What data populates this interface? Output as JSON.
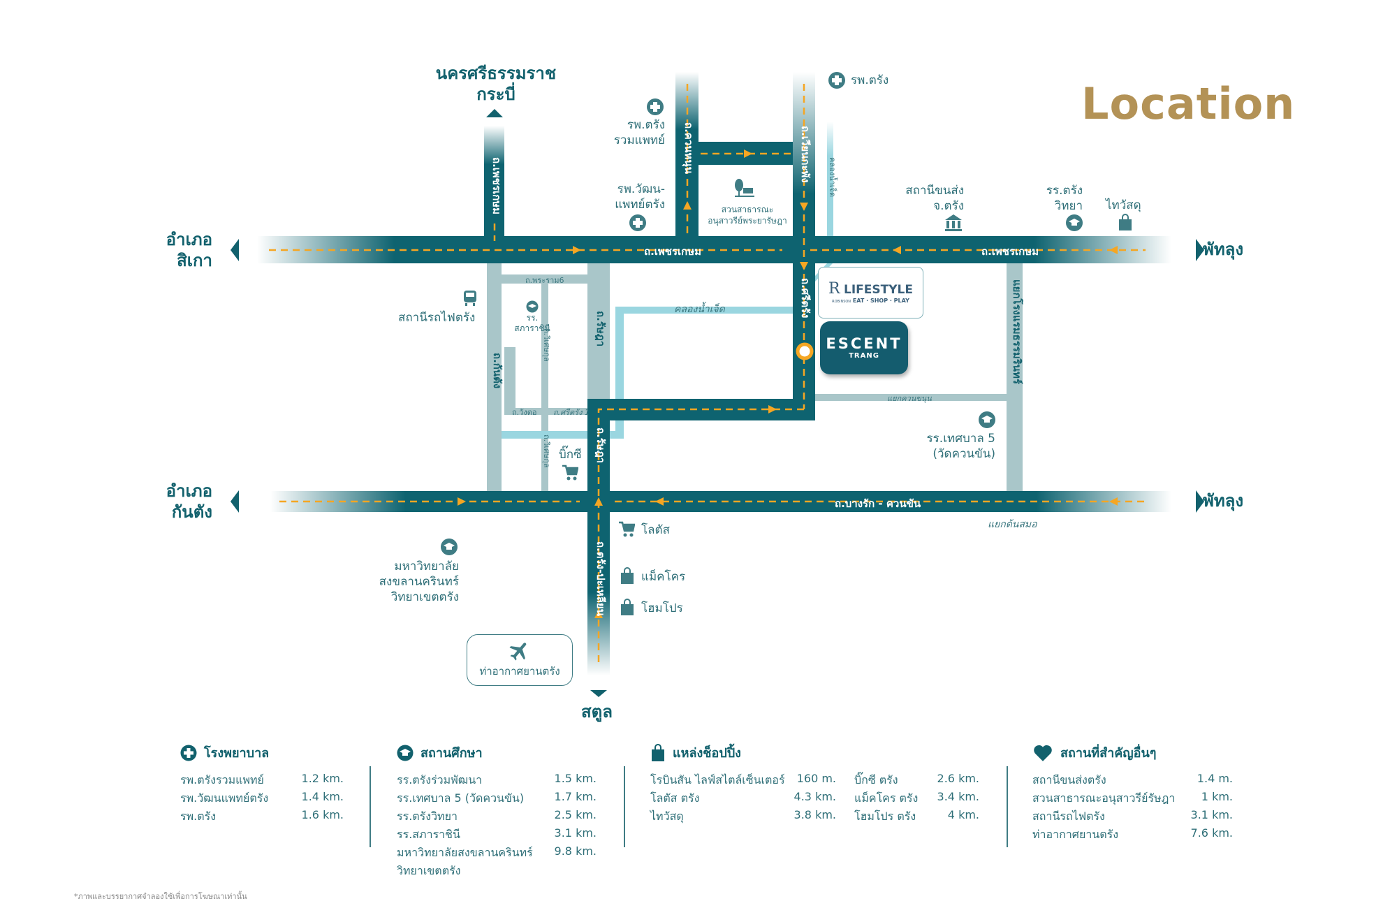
{
  "title": "Location",
  "destinations": {
    "north": [
      "นครศรีธรรมราช",
      "กระบี่"
    ],
    "west_top": [
      "อำเภอ",
      "สิเกา"
    ],
    "west_bottom": [
      "อำเภอ",
      "กันตัง"
    ],
    "east_top": "พัทลุง",
    "east_bottom": "พัทลุง",
    "south": "สตูล"
  },
  "roads": {
    "phetkasem_left": "ถ.เพชรเกษม",
    "phetkasem_right": "ถ.เพชรเกษม",
    "phetkasem_north": "ถ.เพชรเกษม",
    "khuan_nun": "ถ.ควนหนุน",
    "wiang_phang": "ถ.เวียนกะพัง",
    "sitrang": "ถ.ศรีตรัง",
    "ratsada_top": "ถ.รัษฎา",
    "ratsada_mid": "ถ.รัษฎา",
    "kantang": "ถ.กันตัง",
    "trang_palian": "ถ.ตรัง-ปะเหลียน",
    "bangrak": "ถ.บางรัก - ควนขัน",
    "rama6": "ถ.พระราม6",
    "wisetkul_1": "ถ.วิเศษกุล",
    "wisetkul_2": "ถ.วิเศษกุล",
    "wangtho": "ถ.วังตอ",
    "sitrang1": "ถ.ศรีตรัง 1",
    "khlong_namchet": "คลองน้ำเจ็ด",
    "khlong_namchet_v": "คลองน้ำเจ็ด",
    "yaek_khuan_khanun": "แยกควนขนุน",
    "yaek_tonsamo": "แยกต้นสมอ",
    "yaek_rongraem": "แยกโรงแรมธรรมรินทร์"
  },
  "places": {
    "hosp_ruam": [
      "รพ.ตรัง",
      "รวมแพทย์"
    ],
    "hosp_wattana": [
      "รพ.วัฒน-",
      "แพทย์ตรัง"
    ],
    "hosp_trang": "รพ.ตรัง",
    "park": [
      "สวนสาธารณะ",
      "อนุสาวรีย์พระยารัษฎา"
    ],
    "transport": [
      "สถานีขนส่ง",
      "จ.ตรัง"
    ],
    "trang_wittaya": [
      "รร.ตรัง",
      "วิทยา"
    ],
    "thaiwatsadu": "ไทวัสดุ",
    "train": "สถานีรถไฟตรัง",
    "sapharachini": [
      "รร.",
      "สภาราชินี"
    ],
    "bigc": "บิ๊กซี",
    "tessaban5": [
      "รร.เทศบาล 5",
      "(วัดควนขัน)"
    ],
    "lotus": "โลตัส",
    "makro": "แม็คโคร",
    "homepro": "โฮมโปร",
    "psu": [
      "มหาวิทยาลัย",
      "สงขลานครินทร์",
      "วิทยาเขตตรัง"
    ],
    "airport": "ท่าอากาศยานตรัง"
  },
  "project": {
    "name": "ESCENT",
    "city": "TRANG"
  },
  "lifestyle": {
    "brand": "LIFESTYLE",
    "tagline": "EAT · SHOP · PLAY",
    "sub": "ROBINSON"
  },
  "legend": {
    "hospital": {
      "title": "โรงพยาบาล",
      "items": [
        {
          "name": "รพ.ตรังรวมแพทย์",
          "dist": "1.2 km."
        },
        {
          "name": "รพ.วัฒนแพทย์ตรัง",
          "dist": "1.4 km."
        },
        {
          "name": "รพ.ตรัง",
          "dist": "1.6 km."
        }
      ]
    },
    "education": {
      "title": "สถานศึกษา",
      "items": [
        {
          "name": "รร.ตรังร่วมพัฒนา",
          "dist": "1.5 km."
        },
        {
          "name": "รร.เทศบาล 5 (วัดควนขัน)",
          "dist": "1.7 km."
        },
        {
          "name": "รร.ตรังวิทยา",
          "dist": "2.5 km."
        },
        {
          "name": "รร.สภาราชินี",
          "dist": "3.1 km."
        },
        {
          "name": "มหาวิทยาลัยสงขลานครินทร์",
          "dist": "9.8 km."
        },
        {
          "name": "วิทยาเขตตรัง",
          "dist": ""
        }
      ]
    },
    "shopping": {
      "title": "แหล่งช็อปปิ้ง",
      "items": [
        {
          "name": "โรบินสัน ไลฟ์สไตล์เซ็นเตอร์",
          "dist": "160  m."
        },
        {
          "name": "โลตัส ตรัง",
          "dist": "4.3 km."
        },
        {
          "name": "ไทวัสดุ",
          "dist": "3.8 km."
        }
      ],
      "items2": [
        {
          "name": "บิ๊กซี ตรัง",
          "dist": "2.6 km."
        },
        {
          "name": "แม็คโคร ตรัง",
          "dist": "3.4 km."
        },
        {
          "name": "โฮมโปร ตรัง",
          "dist": "4 km."
        }
      ]
    },
    "other": {
      "title": "สถานที่สำคัญอื่นๆ",
      "items": [
        {
          "name": "สถานีขนส่งตรัง",
          "dist": "1.4 m."
        },
        {
          "name": "สวนสาธารณะอนุสาวรีย์รัษฎา",
          "dist": "1 km."
        },
        {
          "name": "สถานีรถไฟตรัง",
          "dist": "3.1 km."
        },
        {
          "name": "ท่าอากาศยานตรัง",
          "dist": "7.6 km."
        }
      ]
    }
  },
  "footnote": "*ภาพและบรรยากาศจำลองใช้เพื่อการโฆษณาเท่านั้น",
  "colors": {
    "road": "#0e6370",
    "minor_road": "#a9c6c9",
    "canal": "#9ad6e0",
    "gold": "#b39256",
    "route": "#f5a623"
  }
}
